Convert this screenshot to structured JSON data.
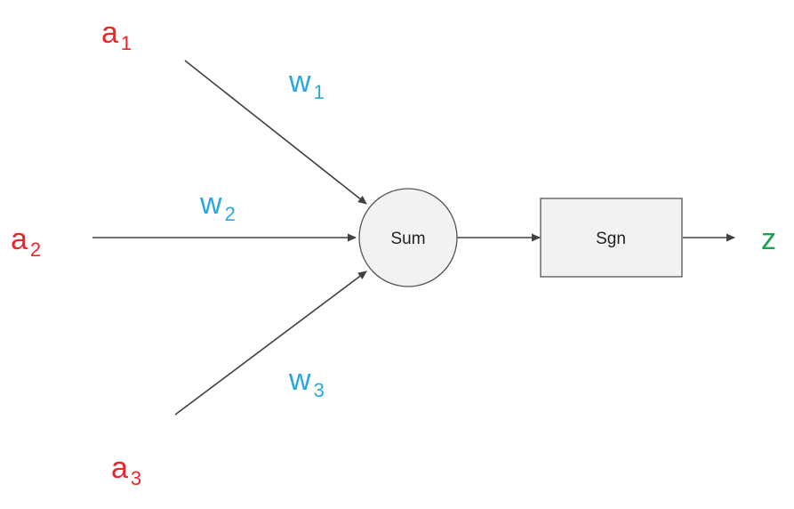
{
  "colors": {
    "input": "#e8262b",
    "weight": "#29a8e0",
    "output": "#1aa24f",
    "edge": "#404040",
    "node_fill": "#f2f2f2",
    "node_stroke": "#555555"
  },
  "inputs": [
    {
      "base": "a",
      "sub": "1"
    },
    {
      "base": "a",
      "sub": "2"
    },
    {
      "base": "a",
      "sub": "3"
    }
  ],
  "weights": [
    {
      "base": "w",
      "sub": "1"
    },
    {
      "base": "w",
      "sub": "2"
    },
    {
      "base": "w",
      "sub": "3"
    }
  ],
  "nodes": {
    "sum": "Sum",
    "sgn": "Sgn"
  },
  "output": {
    "label": "z"
  }
}
